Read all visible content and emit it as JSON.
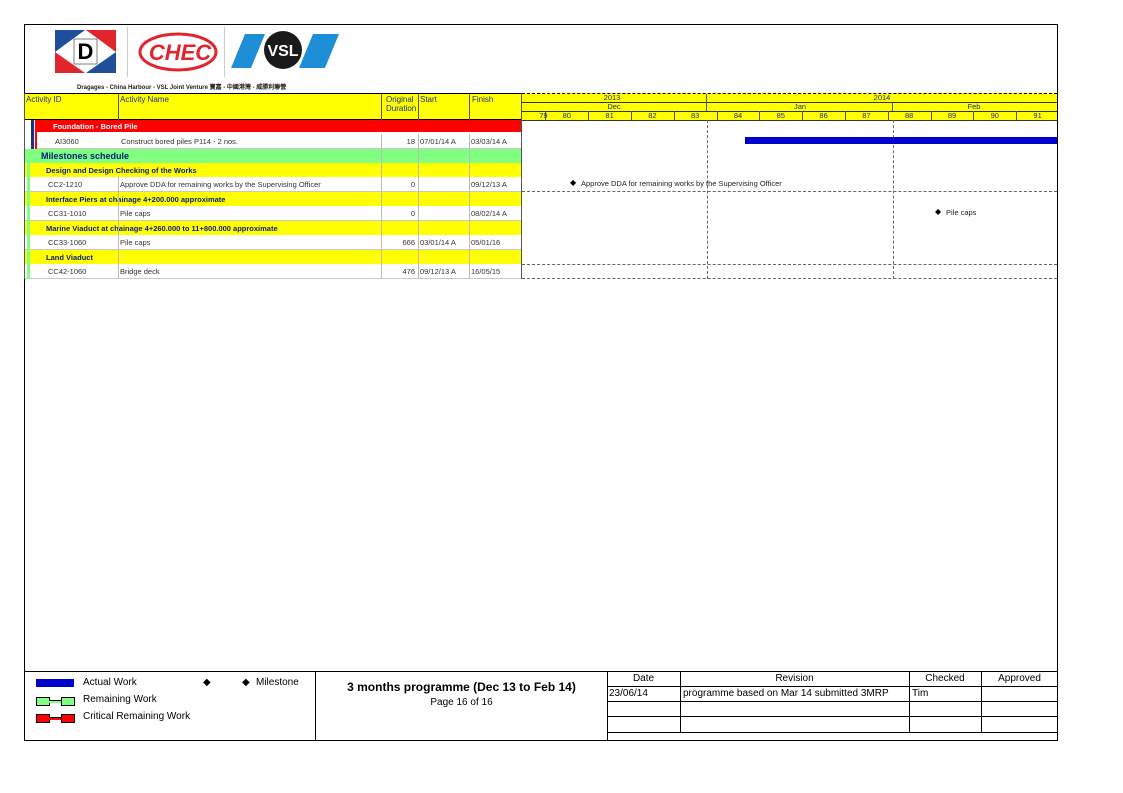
{
  "brand": {
    "logo_d": "D",
    "logo_chec": "CHEC",
    "logo_vsl": "VSL",
    "caption": "Dragages - China Harbour - VSL Joint Venture 寶嘉 - 中國港灣 - 威勝利聯營",
    "colors": {
      "d_red": "#e0262c",
      "d_blue": "#1f4e9a",
      "chec_red": "#e0262c",
      "vsl_blue": "#1e8fd6"
    }
  },
  "columns": {
    "activity_id": "Activity ID",
    "activity_name": "Activity Name",
    "orig_dur_1": "Original",
    "orig_dur_2": "Duration",
    "start": "Start",
    "finish": "Finish"
  },
  "timescale": {
    "year_2013": "2013",
    "year_2014": "2014",
    "months": [
      "Dec",
      "Jan",
      "Feb"
    ],
    "weeks": [
      "79",
      "80",
      "81",
      "82",
      "83",
      "84",
      "85",
      "86",
      "87",
      "88",
      "89",
      "90",
      "91"
    ]
  },
  "groups": {
    "foundation": "Foundation - Bored Pile",
    "milestones": "Milestones schedule",
    "design": "Design and Design Checking of the Works",
    "interface": "Interface Piers at chainage 4+200.000 approximate",
    "marine": "Marine Viaduct at chainage 4+260.000 to 11+800.000 approximate",
    "land": "Land Viaduct"
  },
  "activities": [
    {
      "id": "AI3060",
      "name": "Construct bored piles P114 - 2 nos.",
      "dur": "18",
      "start": "07/01/14 A",
      "finish": "03/03/14 A"
    },
    {
      "id": "CC2-1210",
      "name": "Approve DDA for remaining works by the Supervising Officer",
      "dur": "0",
      "start": "",
      "finish": "09/12/13 A"
    },
    {
      "id": "CC31-1010",
      "name": "Pile caps",
      "dur": "0",
      "start": "",
      "finish": "08/02/14 A"
    },
    {
      "id": "CC33-1060",
      "name": "Pile caps",
      "dur": "666",
      "start": "03/01/14 A",
      "finish": "05/01/16"
    },
    {
      "id": "CC42-1060",
      "name": "Bridge deck",
      "dur": "476",
      "start": "09/12/13 A",
      "finish": "16/05/15"
    }
  ],
  "gantt_labels": {
    "ms1": "Approve DDA for remaining works by the Supervising Officer",
    "ms2": "Pile caps"
  },
  "legend": {
    "actual": "Actual Work",
    "remaining": "Remaining Work",
    "critical": "Critical Remaining Work",
    "milestone": "Milestone",
    "colors": {
      "actual": "#0000cc",
      "remaining": "#80ff80",
      "critical": "#ff0000"
    }
  },
  "footer": {
    "title": "3 months programme (Dec 13 to Feb 14)",
    "page": "Page 16 of 16"
  },
  "revision": {
    "headers": {
      "date": "Date",
      "revision": "Revision",
      "checked": "Checked",
      "approved": "Approved"
    },
    "row1": {
      "date": "23/06/14",
      "revision": "programme based on Mar 14 submitted 3MRP",
      "checked": "Tim",
      "approved": ""
    }
  }
}
